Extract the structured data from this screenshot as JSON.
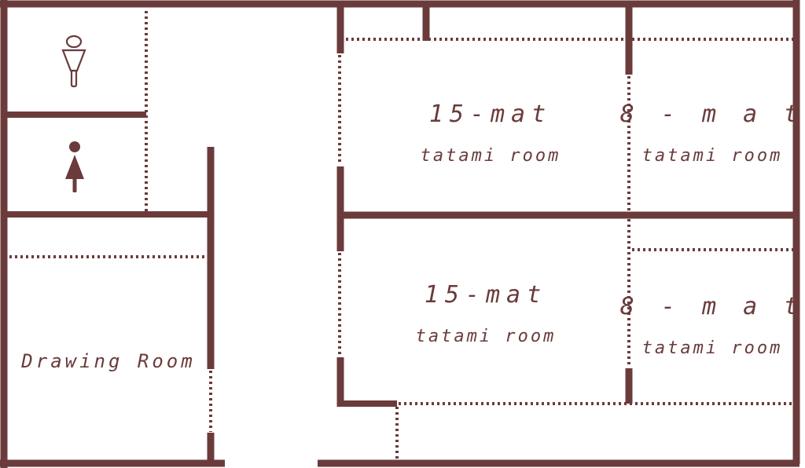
{
  "colors": {
    "wall": "#6b3b3b",
    "background": "#ffffff"
  },
  "icons": {
    "restroom_top": "female-restroom-outline-icon",
    "restroom_bottom": "female-restroom-solid-icon"
  },
  "rooms": {
    "upper_left_tatami": {
      "size": "15-mat",
      "type": "tatami room"
    },
    "upper_right_tatami": {
      "size": "8 - m a t",
      "type": "tatami room"
    },
    "lower_left_tatami": {
      "size": "15-mat",
      "type": "tatami room"
    },
    "lower_right_tatami": {
      "size": "8 - m a t",
      "type": "tatami room"
    },
    "drawing_room": {
      "name": "Drawing Room"
    }
  }
}
